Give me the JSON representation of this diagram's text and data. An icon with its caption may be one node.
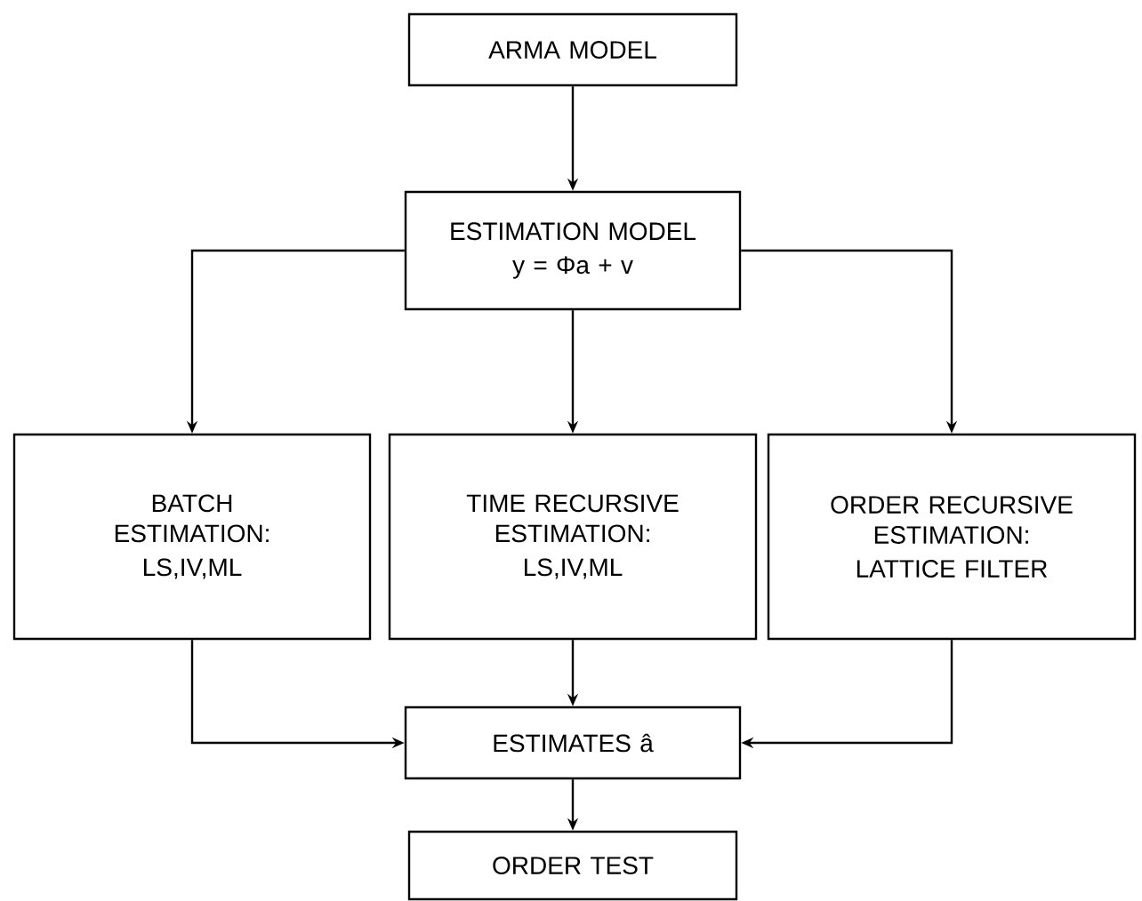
{
  "diagram": {
    "nodes": [
      {
        "text": [
          "ARMA MODEL"
        ]
      },
      {
        "text": [
          "ESTIMATION MODEL",
          "y = Φa + v"
        ]
      },
      {
        "text": [
          "BATCH ESTIMATION:",
          "LS,IV,ML"
        ]
      },
      {
        "text": [
          "TIME RECURSIVE ESTIMATION:",
          "LS,IV,ML"
        ]
      },
      {
        "text": [
          "ORDER RECURSIVE ESTIMATION:",
          "LATTICE FILTER"
        ]
      },
      {
        "text": [
          "ESTIMATES â"
        ]
      },
      {
        "text": [
          "ORDER TEST"
        ]
      }
    ],
    "edges": [
      {
        "from": 0,
        "to": 1,
        "arrow": "to"
      },
      {
        "from": 1,
        "to": 2,
        "arrow": "to"
      },
      {
        "from": 1,
        "to": 3,
        "arrow": "to"
      },
      {
        "from": 1,
        "to": 4,
        "arrow": "to"
      },
      {
        "from": 2,
        "to": 5,
        "arrow": "to"
      },
      {
        "from": 3,
        "to": 5,
        "arrow": "to"
      },
      {
        "from": 4,
        "to": 5,
        "arrow": "to"
      },
      {
        "from": 5,
        "to": 6,
        "arrow": "to"
      }
    ]
  }
}
